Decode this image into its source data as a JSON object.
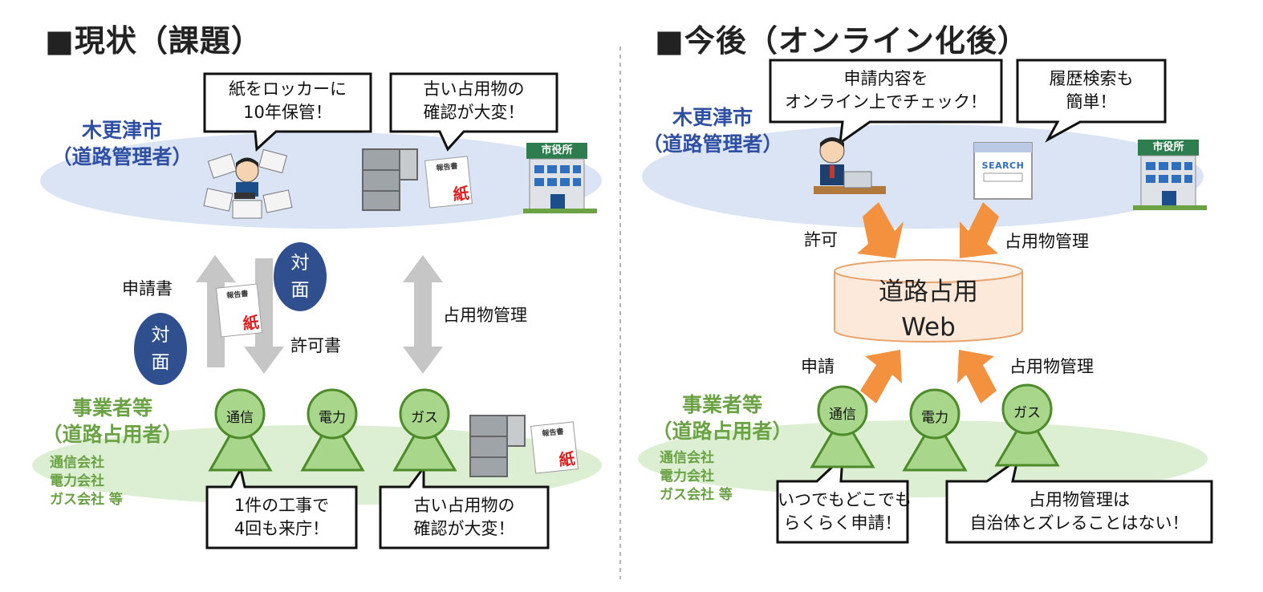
{
  "left": {
    "title": "■現状（課題）",
    "city_name": "木更津市",
    "city_role": "（道路管理者）",
    "bubble_city_1": [
      "紙をロッカーに",
      "10年保管！"
    ],
    "bubble_city_2": [
      "古い占用物の",
      "確認が大変！"
    ],
    "taimen": [
      "対",
      "面"
    ],
    "label_application": "申請書",
    "label_permit": "許可書",
    "label_management": "占用物管理",
    "doc_title": "報告書",
    "doc_stamp": "紙",
    "city_hall_sign": "市役所",
    "biz_name": "事業者等",
    "biz_role": "（道路占用者）",
    "companies": [
      "通信会社",
      "電力会社",
      "ガス会社 等"
    ],
    "people": [
      "通信",
      "電力",
      "ガス"
    ],
    "bubble_biz_1": [
      "1件の工事で",
      "4回も来庁！"
    ],
    "bubble_biz_2": [
      "古い占用物の",
      "確認が大変！"
    ]
  },
  "right": {
    "title": "■今後（オンライン化後）",
    "city_name": "木更津市",
    "city_role": "（道路管理者）",
    "bubble_city_1": [
      "申請内容を",
      "オンライン上でチェック！"
    ],
    "bubble_city_2": [
      "履歴検索も",
      "簡単！"
    ],
    "search_text": "SEARCH",
    "city_hall_sign": "市役所",
    "label_permit": "許可",
    "label_management_top": "占用物管理",
    "db_label": [
      "道路占用",
      "Web"
    ],
    "label_application": "申請",
    "label_management_bottom": "占用物管理",
    "biz_name": "事業者等",
    "biz_role": "（道路占用者）",
    "companies": [
      "通信会社",
      "電力会社",
      "ガス会社 等"
    ],
    "people": [
      "通信",
      "電力",
      "ガス"
    ],
    "bubble_biz_1": [
      "いつでもどこでも",
      "らくらく申請！"
    ],
    "bubble_biz_2": [
      "占用物管理は",
      "自治体とズレることはない！"
    ]
  },
  "colors": {
    "city_ellipse": "#dbe4f4",
    "biz_ellipse": "#dcefd2",
    "person_fill": "#a8d68a",
    "person_stroke": "#4c8a2a",
    "taimen_fill": "#2f4f8f",
    "gray_arrow": "#c6c6c6",
    "orange_arrow": "#f3913f",
    "db_fill": "#fde9d9",
    "db_stroke": "#e8a46c"
  }
}
